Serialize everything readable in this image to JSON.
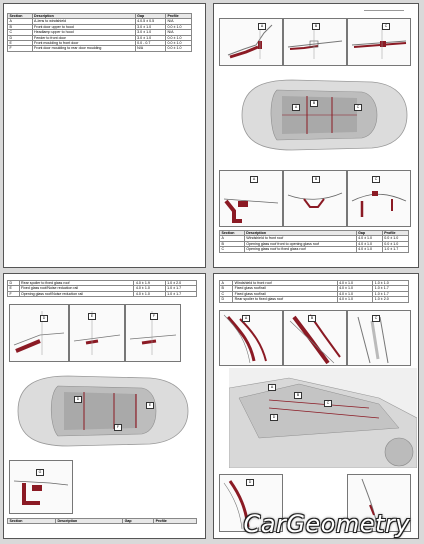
{
  "page1": {
    "table": {
      "headers": [
        "Section",
        "Description",
        "Gap",
        "Profile"
      ],
      "rows": [
        [
          "A",
          "A-lens to windshield",
          "4.0.5 ± 0.5",
          "N/A"
        ],
        [
          "B",
          "Front door upper to hood",
          "3.0 ± 1.0",
          "0.0 ± 1.0"
        ],
        [
          "C",
          "Headlamp upper to hood",
          "3.0 ± 1.0",
          "N/A"
        ],
        [
          "D",
          "Fender to front door",
          "3.0 ± 1.0",
          "0.0 ± 1.0"
        ],
        [
          "E",
          "Front moulding to front door",
          "0.0 - 0.7",
          "0.0 ± 1.0"
        ],
        [
          "F",
          "Front door moulding to rear door moulding",
          "N/A",
          "0.0 ± 1.0"
        ]
      ]
    }
  },
  "page2": {
    "callouts": [
      "A",
      "B",
      "C"
    ],
    "table": {
      "headers": [
        "Section",
        "Description",
        "Gap",
        "Profile"
      ],
      "rows": [
        [
          "A",
          "Windshield to front roof",
          "4.0 ± 1.0",
          "0.0 ± 1.0"
        ],
        [
          "B",
          "Opening glass roof front to opening glass roof",
          "4.0 ± 1.0",
          "0.0 ± 1.0"
        ],
        [
          "C",
          "Opening glass roof to fixed glass roof",
          "4.0 ± 1.0",
          "1.0 ± 1.7"
        ]
      ]
    }
  },
  "page3": {
    "table_top": {
      "rows": [
        [
          "D",
          "Rear spoiler to fixed glass roof",
          "4.0 ± 1.9",
          "1.0 ± 2.0"
        ],
        [
          "E",
          "Fixed glass roof/Noise reduction rail",
          "4.0 ± 1.0",
          "1.0 ± 1.7"
        ],
        [
          "F",
          "Opening glass roof/Noise reduction rail",
          "4.0 ± 1.0",
          "1.0 ± 1.7"
        ]
      ]
    },
    "callouts": [
      "D",
      "E",
      "F",
      "G"
    ],
    "table_bottom": {
      "headers": [
        "Section",
        "Description",
        "Gap",
        "Profile"
      ]
    }
  },
  "page4": {
    "table_top": {
      "rows": [
        [
          "A",
          "Windshield to front roof",
          "4.0 ± 1.0",
          "1.0 ± 1.0"
        ],
        [
          "B",
          "Fixed glass roof/rail",
          "4.0 ± 1.0",
          "1.0 ± 1.7"
        ],
        [
          "C",
          "Fixed glass roof/rail",
          "4.0 ± 1.0",
          "1.0 ± 1.7"
        ],
        [
          "D",
          "Rear spoiler to fixed glass roof",
          "4.0 ± 1.0",
          "1.0 ± 2.0"
        ]
      ]
    },
    "callouts": [
      "A",
      "B",
      "C",
      "D"
    ]
  },
  "logo": {
    "text": "CarGeometry",
    "color": "#ffffff"
  },
  "colors": {
    "seal": "#8b1a24",
    "car_body": "#dcdcdc"
  }
}
